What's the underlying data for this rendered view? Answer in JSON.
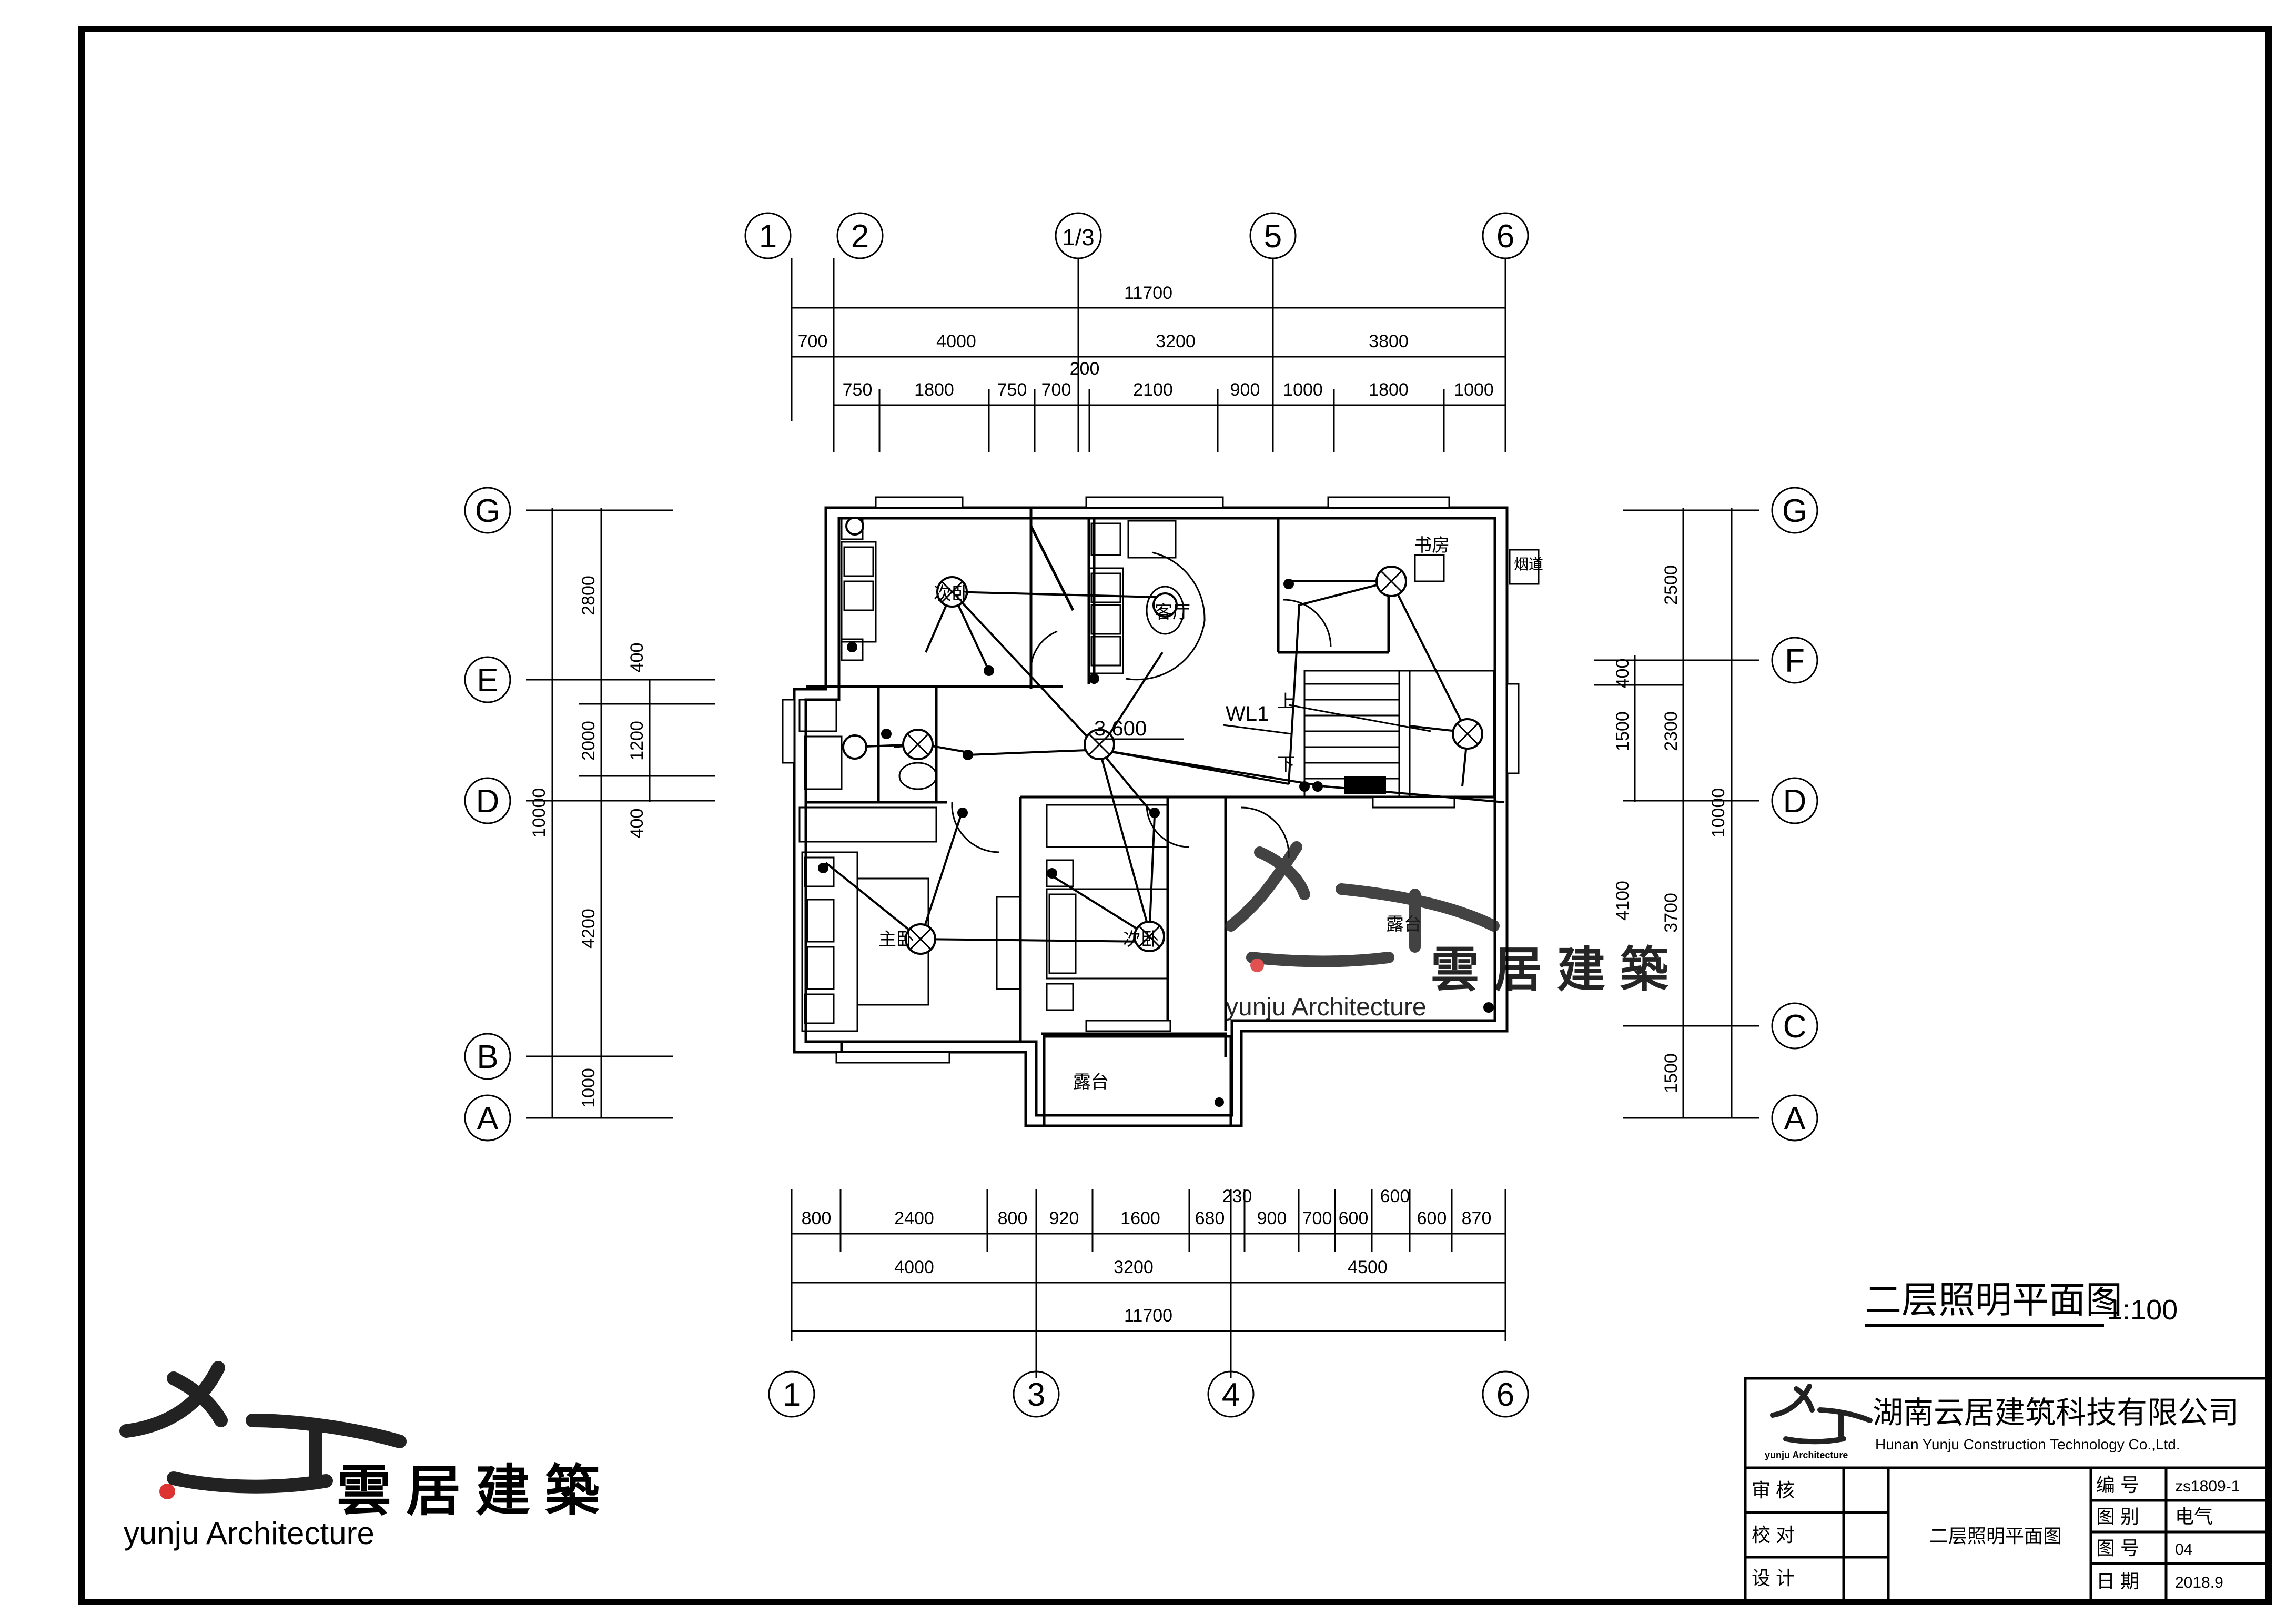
{
  "title_block": {
    "company_cn": "湖南云居建筑科技有限公司",
    "company_en": "Hunan Yunju Construction Technology Co.,Ltd.",
    "logo_caption": "yunju Architecture",
    "roles": [
      "审 核",
      "校 对",
      "设 计"
    ],
    "drawing_name": "二层照明平面图",
    "fields": [
      {
        "label": "编 号",
        "value": "zs1809-1"
      },
      {
        "label": "图 别",
        "value": "电气"
      },
      {
        "label": "图 号",
        "value": "04"
      },
      {
        "label": "日 期",
        "value": "2018.9"
      }
    ]
  },
  "drawing": {
    "title": "二层照明平面图",
    "scale": "1:100",
    "level": "3.600",
    "circuit": "WL1",
    "stair_up": "上",
    "stair_down": "下"
  },
  "axes": {
    "top": [
      "1",
      "2",
      "1/3",
      "5",
      "6"
    ],
    "bottom": [
      "1",
      "3",
      "4",
      "6"
    ],
    "left": [
      "G",
      "E",
      "D",
      "B",
      "A"
    ],
    "right": [
      "G",
      "F",
      "D",
      "C",
      "A"
    ]
  },
  "dimensions": {
    "top_total": "11700",
    "top_axes": [
      "700",
      "4000",
      "3200",
      "3800"
    ],
    "top_detail": [
      "750",
      "1800",
      "750",
      "700",
      "200",
      "2100",
      "900",
      "1000",
      "1800",
      "1000"
    ],
    "bottom_detail": [
      "800",
      "2400",
      "800",
      "920",
      "1600",
      "680",
      "230",
      "900",
      "700",
      "600",
      "600",
      "600",
      "870"
    ],
    "bottom_axes": [
      "4000",
      "3200",
      "4500"
    ],
    "bottom_total": "11700",
    "left_detail": [
      "2800",
      "400",
      "2000",
      "1200",
      "400",
      "4200",
      "1000"
    ],
    "left_total": "10000",
    "right_detail": [
      "2500",
      "400",
      "1500",
      "4100",
      "1500"
    ],
    "right_axes": [
      "2300",
      "3700"
    ],
    "right_total": "10000"
  },
  "rooms": {
    "bedroom_nw": "次卧",
    "living": "客厅",
    "study": "书房",
    "flue": "烟道",
    "master": "主卧",
    "bedroom_s": "次卧",
    "terrace_e": "露台",
    "terrace_s": "露台"
  },
  "watermark": {
    "cn": "雲居建築",
    "en": "yunju Architecture"
  },
  "logo": {
    "cn": "雲居建築",
    "en": "yunju Architecture"
  }
}
